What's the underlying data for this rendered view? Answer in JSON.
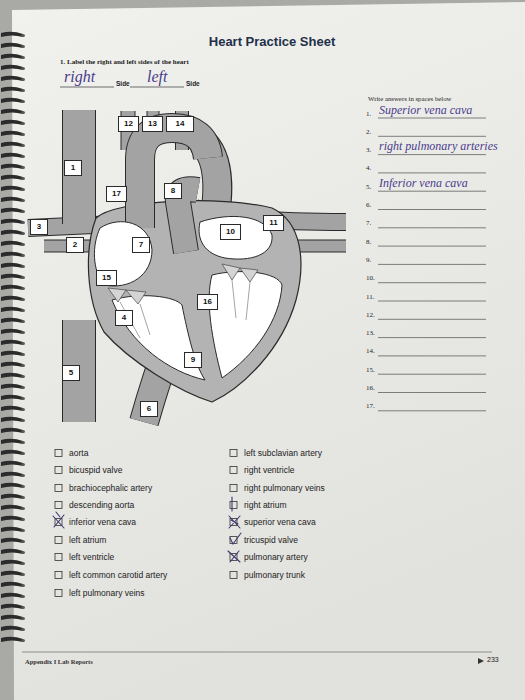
{
  "diagram": {
    "title": "Heart Practice Sheet",
    "nodes": [
      {
        "text": [
          "12"
        ]
      },
      {
        "text": [
          "13"
        ]
      },
      {
        "text": [
          "14"
        ]
      },
      {
        "text": [
          "1"
        ]
      },
      {
        "text": [
          "17"
        ]
      },
      {
        "text": [
          "8"
        ]
      },
      {
        "text": [
          "3"
        ]
      },
      {
        "text": [
          "10"
        ]
      },
      {
        "text": [
          "11"
        ]
      },
      {
        "text": [
          "2"
        ]
      },
      {
        "text": [
          "7"
        ]
      },
      {
        "text": [
          "15"
        ]
      },
      {
        "text": [
          "16"
        ]
      },
      {
        "text": [
          "4"
        ]
      },
      {
        "text": [
          "9"
        ]
      },
      {
        "text": [
          "5"
        ]
      },
      {
        "text": [
          "6"
        ]
      }
    ],
    "labels": [
      "1. Label the right and left sides of the heart",
      "right",
      "Side",
      "left",
      "Side",
      "Write answers in spaces below",
      "1.",
      "Superior vena cava",
      "2.",
      "3.",
      "right pulmonary arteries",
      "4.",
      "5.",
      "Inferior vena cava",
      "6.",
      "7.",
      "8.",
      "9.",
      "10.",
      "11.",
      "12.",
      "13.",
      "14.",
      "15.",
      "16.",
      "17.",
      "aorta",
      "bicuspid valve",
      "brachiocephalic artery",
      "descending aorta",
      "inferior vena cava",
      "left atrium",
      "left ventricle",
      "left common carotid artery",
      "left pulmonary veins",
      "left subclavian artery",
      "right ventricle",
      "right pulmonary veins",
      "right atrium",
      "superior vena cava",
      "tricuspid valve",
      "pulmonary artery",
      "pulmonary trunk",
      "Appendix I Lab Reports",
      "233"
    ]
  }
}
